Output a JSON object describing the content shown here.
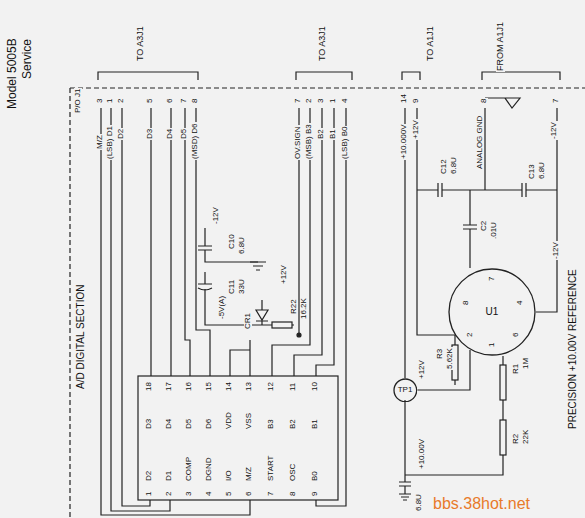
{
  "diagram": {
    "nodes": [
      {
        "text": [
          "U1"
        ]
      },
      {
        "text": [
          "TP1"
        ]
      }
    ],
    "edges": [
      {
        "from": 1,
        "to": 0,
        "arrow": "none"
      }
    ],
    "labels": [
      "Model 5005B",
      "Service",
      "TO A3J1",
      "TO A3J1",
      "TO A1J1",
      "FROM A1J1",
      "P/O J1",
      "3",
      "1",
      "2",
      "5",
      "6",
      "7",
      "8",
      "7",
      "2",
      "3",
      "1",
      "4",
      "14",
      "9",
      "8",
      "7",
      "M/Z",
      "(LSB) D1",
      "D2",
      "D3",
      "D4",
      "D5",
      "(MSD) D6",
      "OV.SIGN",
      "(MSB) B3",
      "B2",
      "B1",
      "(LSB) B0",
      "+10.000V",
      "+12V",
      "ANALOG GND",
      "-12V",
      "A/D DIGITAL SECTION",
      "PRECISION +10.00V REFERENCE",
      "-12V",
      "C10",
      "6.8U",
      "C11",
      "33U",
      "-5V(A)",
      "CR1",
      "+12V",
      "R22",
      "16.2K",
      "C12",
      "6.8U",
      "C13",
      "6.8U",
      "-12V",
      "C2",
      ".01U",
      "R3",
      "5.62K",
      "R1",
      "1M",
      "R2",
      "22K",
      "+12V",
      "+10.00V",
      "6.8U",
      "7",
      "8",
      "4",
      "1",
      "2",
      "6",
      "D2",
      "D1",
      "COMP",
      "DGND",
      "I/O",
      "M/Z",
      "START",
      "OSC",
      "B0",
      "1",
      "2",
      "3",
      "4",
      "5",
      "6",
      "7",
      "8",
      "9",
      "D3",
      "D4",
      "D5",
      "D6",
      "VDD",
      "VSS",
      "B3",
      "B2",
      "B1",
      "18",
      "17",
      "16",
      "15",
      "14",
      "13",
      "12",
      "11",
      "10",
      "bbs.38hot.net"
    ]
  }
}
